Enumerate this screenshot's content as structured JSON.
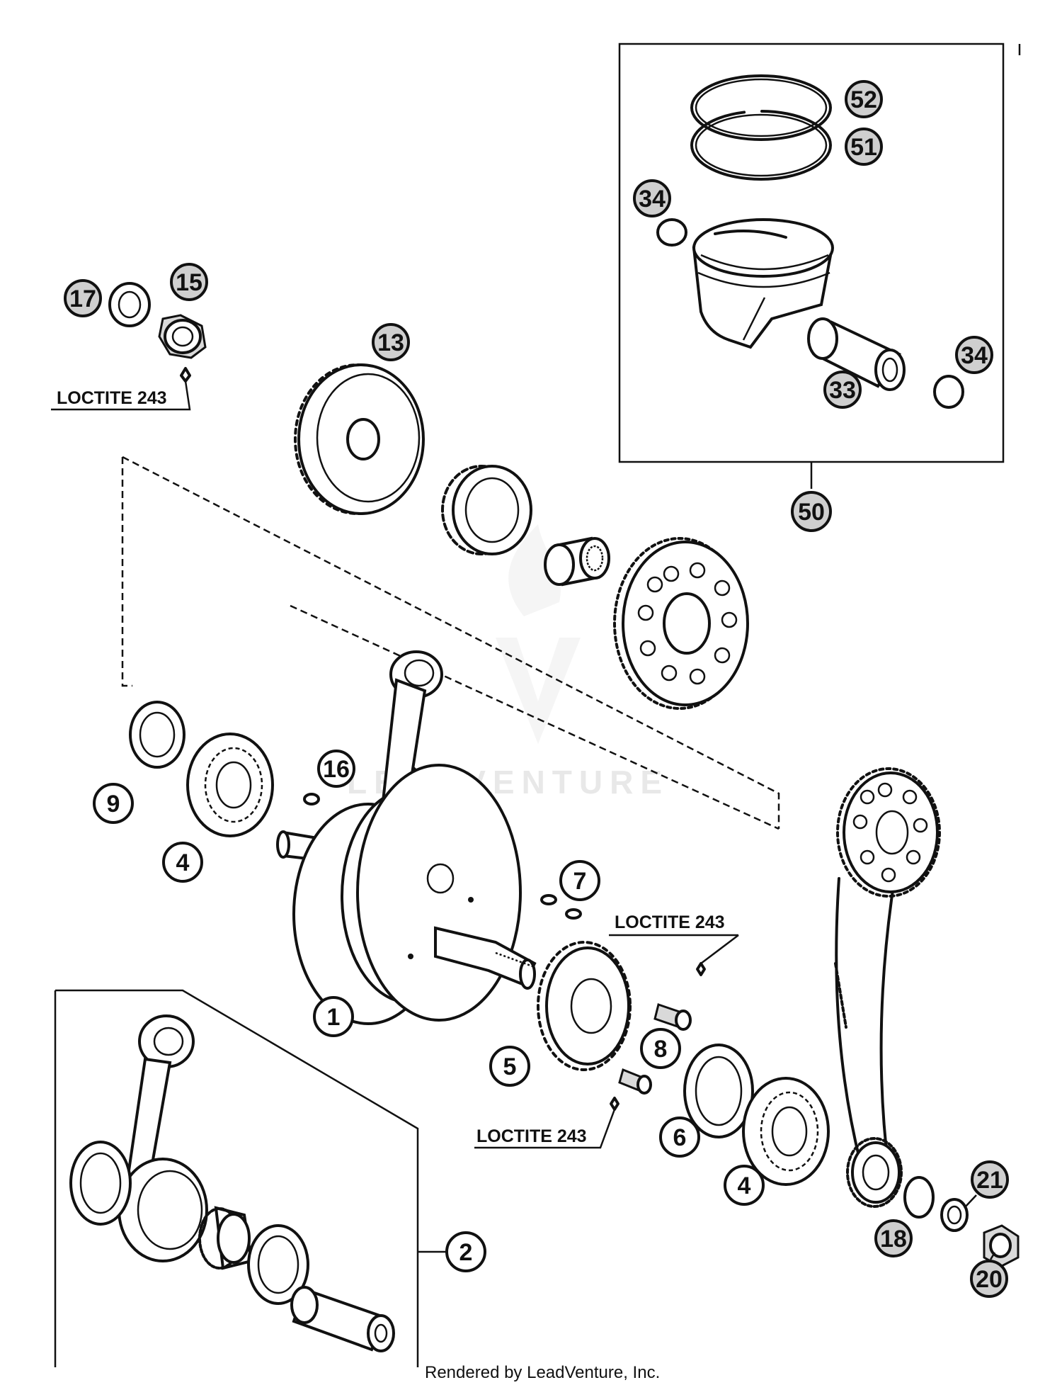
{
  "callouts": {
    "c1": "1",
    "c2": "2",
    "c4a": "4",
    "c4b": "4",
    "c5": "5",
    "c6": "6",
    "c7": "7",
    "c8": "8",
    "c9": "9",
    "c13": "13",
    "c15": "15",
    "c16": "16",
    "c17": "17",
    "c18": "18",
    "c20": "20",
    "c21": "21",
    "c33": "33",
    "c34a": "34",
    "c34b": "34",
    "c50": "50",
    "c51": "51",
    "c52": "52"
  },
  "notes": {
    "loctite_top": "LOCTITE 243",
    "loctite_mid": "LOCTITE 243",
    "loctite_low": "LOCTITE 243"
  },
  "watermark": "LEADVENTURE",
  "footer": "Rendered by LeadVenture, Inc."
}
